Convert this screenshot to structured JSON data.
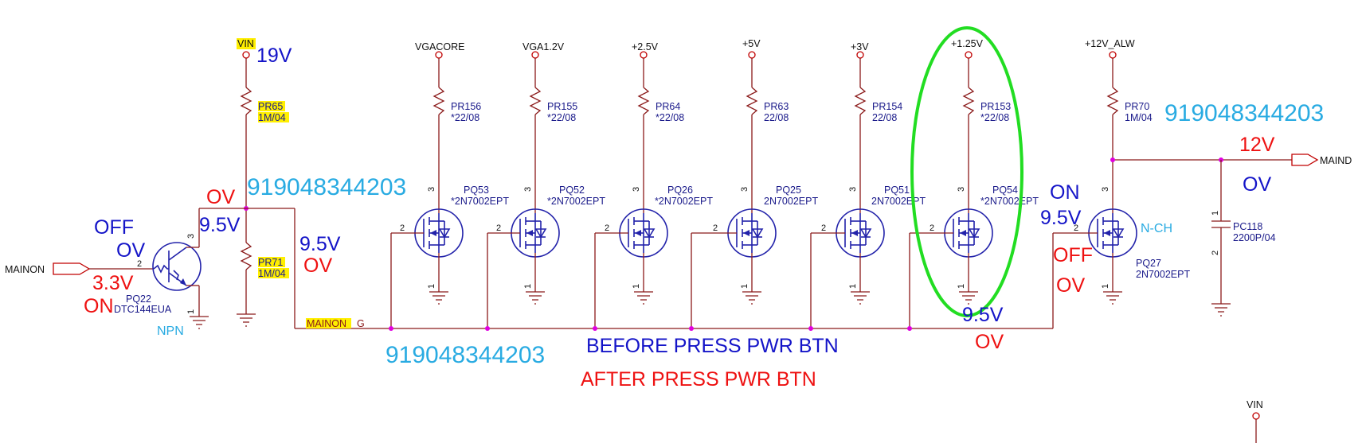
{
  "rails": {
    "vin_top": "VIN",
    "vgacore": "VGACORE",
    "vga12": "VGA1.2V",
    "v25": "+2.5V",
    "v5": "+5V",
    "v3": "+3V",
    "v125": "+1.25V",
    "v12alw": "+12V_ALW",
    "vin_bottom": "VIN"
  },
  "signals": {
    "mainon_in": "MAINON",
    "mainon_g": "MAINON",
    "mainon_g_suffix": "_G",
    "maind": "MAIND"
  },
  "resistors": [
    {
      "ref": "PR65",
      "val": "1M/04"
    },
    {
      "ref": "PR71",
      "val": "1M/04"
    },
    {
      "ref": "PR156",
      "val": "*22/08"
    },
    {
      "ref": "PR155",
      "val": "*22/08"
    },
    {
      "ref": "PR64",
      "val": "*22/08"
    },
    {
      "ref": "PR63",
      "val": "22/08"
    },
    {
      "ref": "PR154",
      "val": "22/08"
    },
    {
      "ref": "PR153",
      "val": "*22/08"
    },
    {
      "ref": "PR70",
      "val": "1M/04"
    }
  ],
  "transistors": [
    {
      "ref": "PQ22",
      "part": "DTC144EUA"
    },
    {
      "ref": "PQ53",
      "part": "*2N7002EPT"
    },
    {
      "ref": "PQ52",
      "part": "*2N7002EPT"
    },
    {
      "ref": "PQ26",
      "part": "*2N7002EPT"
    },
    {
      "ref": "PQ25",
      "part": "2N7002EPT"
    },
    {
      "ref": "PQ51",
      "part": "2N7002EPT"
    },
    {
      "ref": "PQ54",
      "part": "*2N7002EPT"
    },
    {
      "ref": "PQ27",
      "part": "2N7002EPT"
    }
  ],
  "capacitor": {
    "ref": "PC118",
    "val": "2200P/04"
  },
  "pins": {
    "p1": "1",
    "p2": "2",
    "p3": "3"
  },
  "annotations": {
    "v19": "19V",
    "off": "OFF",
    "ov": "OV",
    "v33": "3.3V",
    "on": "ON",
    "v95": "9.5V",
    "npn": "NPN",
    "nch": "N-CH",
    "v12": "12V",
    "phone": "919048344203",
    "before": "BEFORE PRESS PWR BTN",
    "after": "AFTER PRESS PWR BTN"
  }
}
